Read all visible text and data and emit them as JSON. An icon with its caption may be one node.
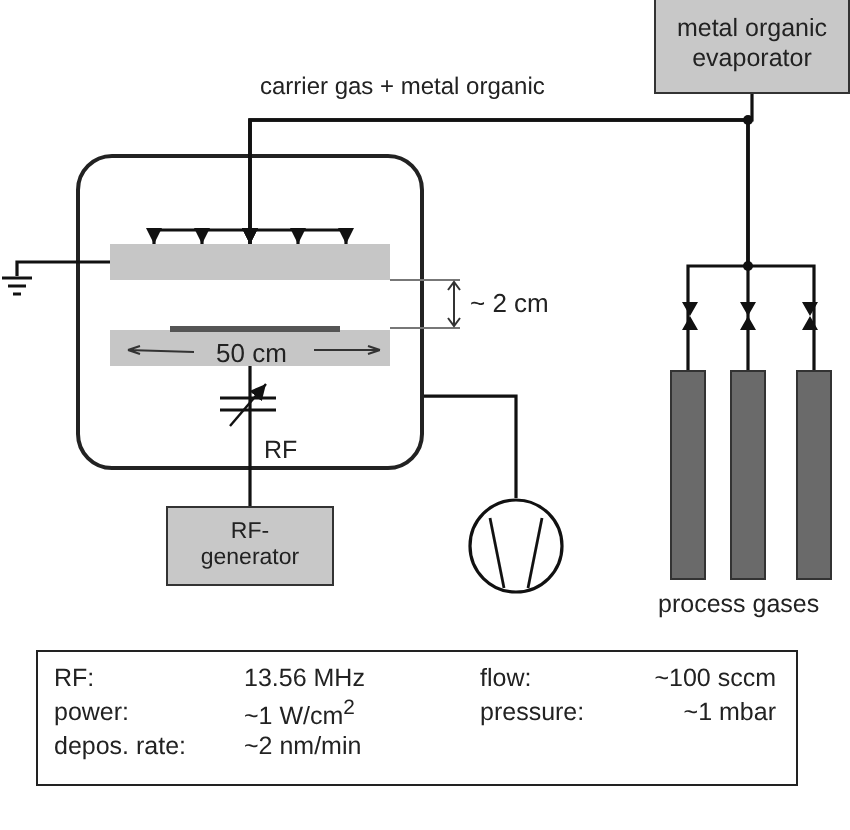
{
  "diagram": {
    "nodes": [
      {
        "text": [
          "metal organic evaporator"
        ]
      },
      {
        "text": [],
        "shape": "box"
      },
      {
        "text": [],
        "shape": "bar",
        "in": 1
      },
      {
        "text": [],
        "shape": "bar",
        "in": 1
      },
      {
        "text": [
          "RF-generator"
        ]
      },
      {
        "text": [],
        "shape": "circle"
      },
      {
        "text": [],
        "shape": "cylinder"
      },
      {
        "text": [],
        "shape": "cylinder"
      },
      {
        "text": [],
        "shape": "cylinder"
      },
      {
        "text": [],
        "shape": "ground"
      }
    ],
    "edges": [
      {
        "from": 0,
        "to": 2,
        "arrow": "to",
        "label": "carrier gas + metal organic"
      },
      {
        "from": 6,
        "to": 2,
        "arrow": "to"
      },
      {
        "from": 7,
        "to": 2,
        "arrow": "to"
      },
      {
        "from": 8,
        "to": 2,
        "arrow": "to"
      },
      {
        "from": 2,
        "to": 9,
        "arrow": "none"
      },
      {
        "from": 3,
        "to": 4,
        "arrow": "none"
      },
      {
        "from": 1,
        "to": 5,
        "arrow": "none"
      }
    ],
    "labels": [
      "~ 2 cm",
      "50 cm",
      "RF",
      "process gases",
      "RF:",
      "13.56 MHz",
      "flow:",
      "~100 sccm",
      "power:",
      "~1 W/cm$^{2}$",
      "pressure:",
      "~1 mbar",
      "depos. rate:",
      "~2 nm/min"
    ]
  }
}
